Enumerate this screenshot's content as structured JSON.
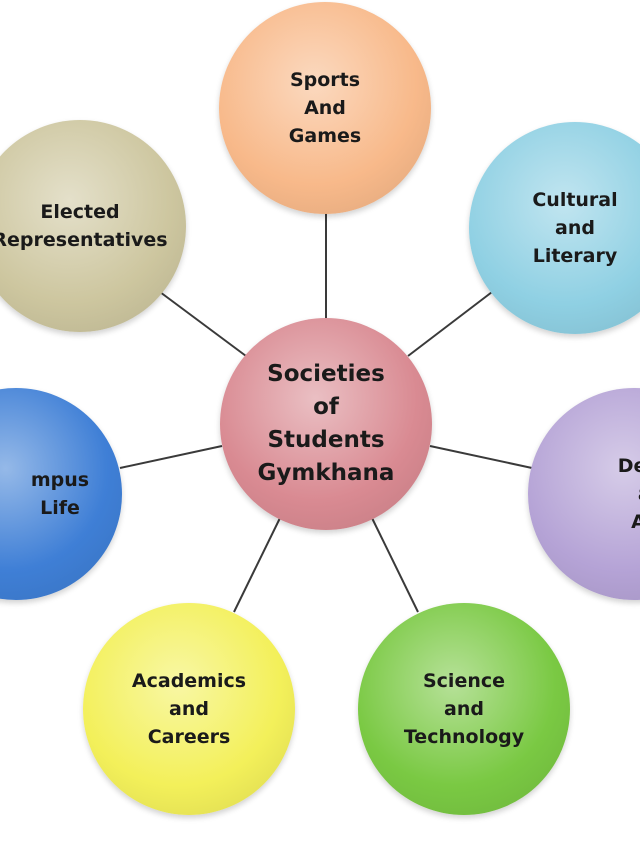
{
  "diagram": {
    "center": {
      "lines": [
        "Societies",
        "of",
        "Students",
        "Gymkhana"
      ],
      "color": "#d98a92"
    },
    "nodes": [
      {
        "id": "sports",
        "lines": [
          "Sports",
          "And",
          "Games"
        ],
        "color": "#f8b98a"
      },
      {
        "id": "elected",
        "lines": [
          "Elected",
          "Representatives"
        ],
        "color": "#cdc69f"
      },
      {
        "id": "cultural",
        "lines": [
          "Cultural",
          "and",
          "Literary"
        ],
        "color": "#8fd0e3"
      },
      {
        "id": "campus",
        "lines": [
          "mpus",
          "Life"
        ],
        "color": "#3f7fd6"
      },
      {
        "id": "design",
        "lines": [
          "Desi",
          "an",
          "Art"
        ],
        "color": "#b5a3d6"
      },
      {
        "id": "academics",
        "lines": [
          "Academics",
          "and",
          "Careers"
        ],
        "color": "#f3f05a"
      },
      {
        "id": "science",
        "lines": [
          "Science",
          "and",
          "Technology"
        ],
        "color": "#7ac943"
      }
    ],
    "connector_color": "#3a3a3a"
  }
}
